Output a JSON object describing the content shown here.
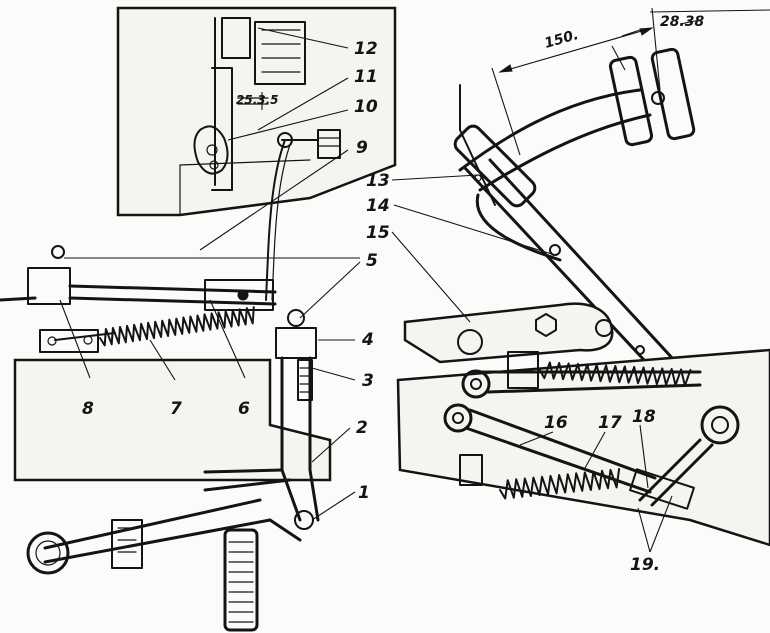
{
  "callouts": {
    "c1": "1",
    "c2": "2",
    "c3": "3",
    "c4": "4",
    "c5": "5",
    "c6": "6",
    "c7": "7",
    "c8": "8",
    "c9": "9",
    "c10": "10",
    "c11": "11",
    "c12": "12",
    "c13": "13",
    "c14": "14",
    "c15": "15",
    "c16": "16",
    "c17": "17",
    "c18": "18",
    "c19": "19."
  },
  "dimensions": {
    "travel": "150.",
    "pedal_offset": "28.38",
    "adjustment": "25.3.5"
  }
}
